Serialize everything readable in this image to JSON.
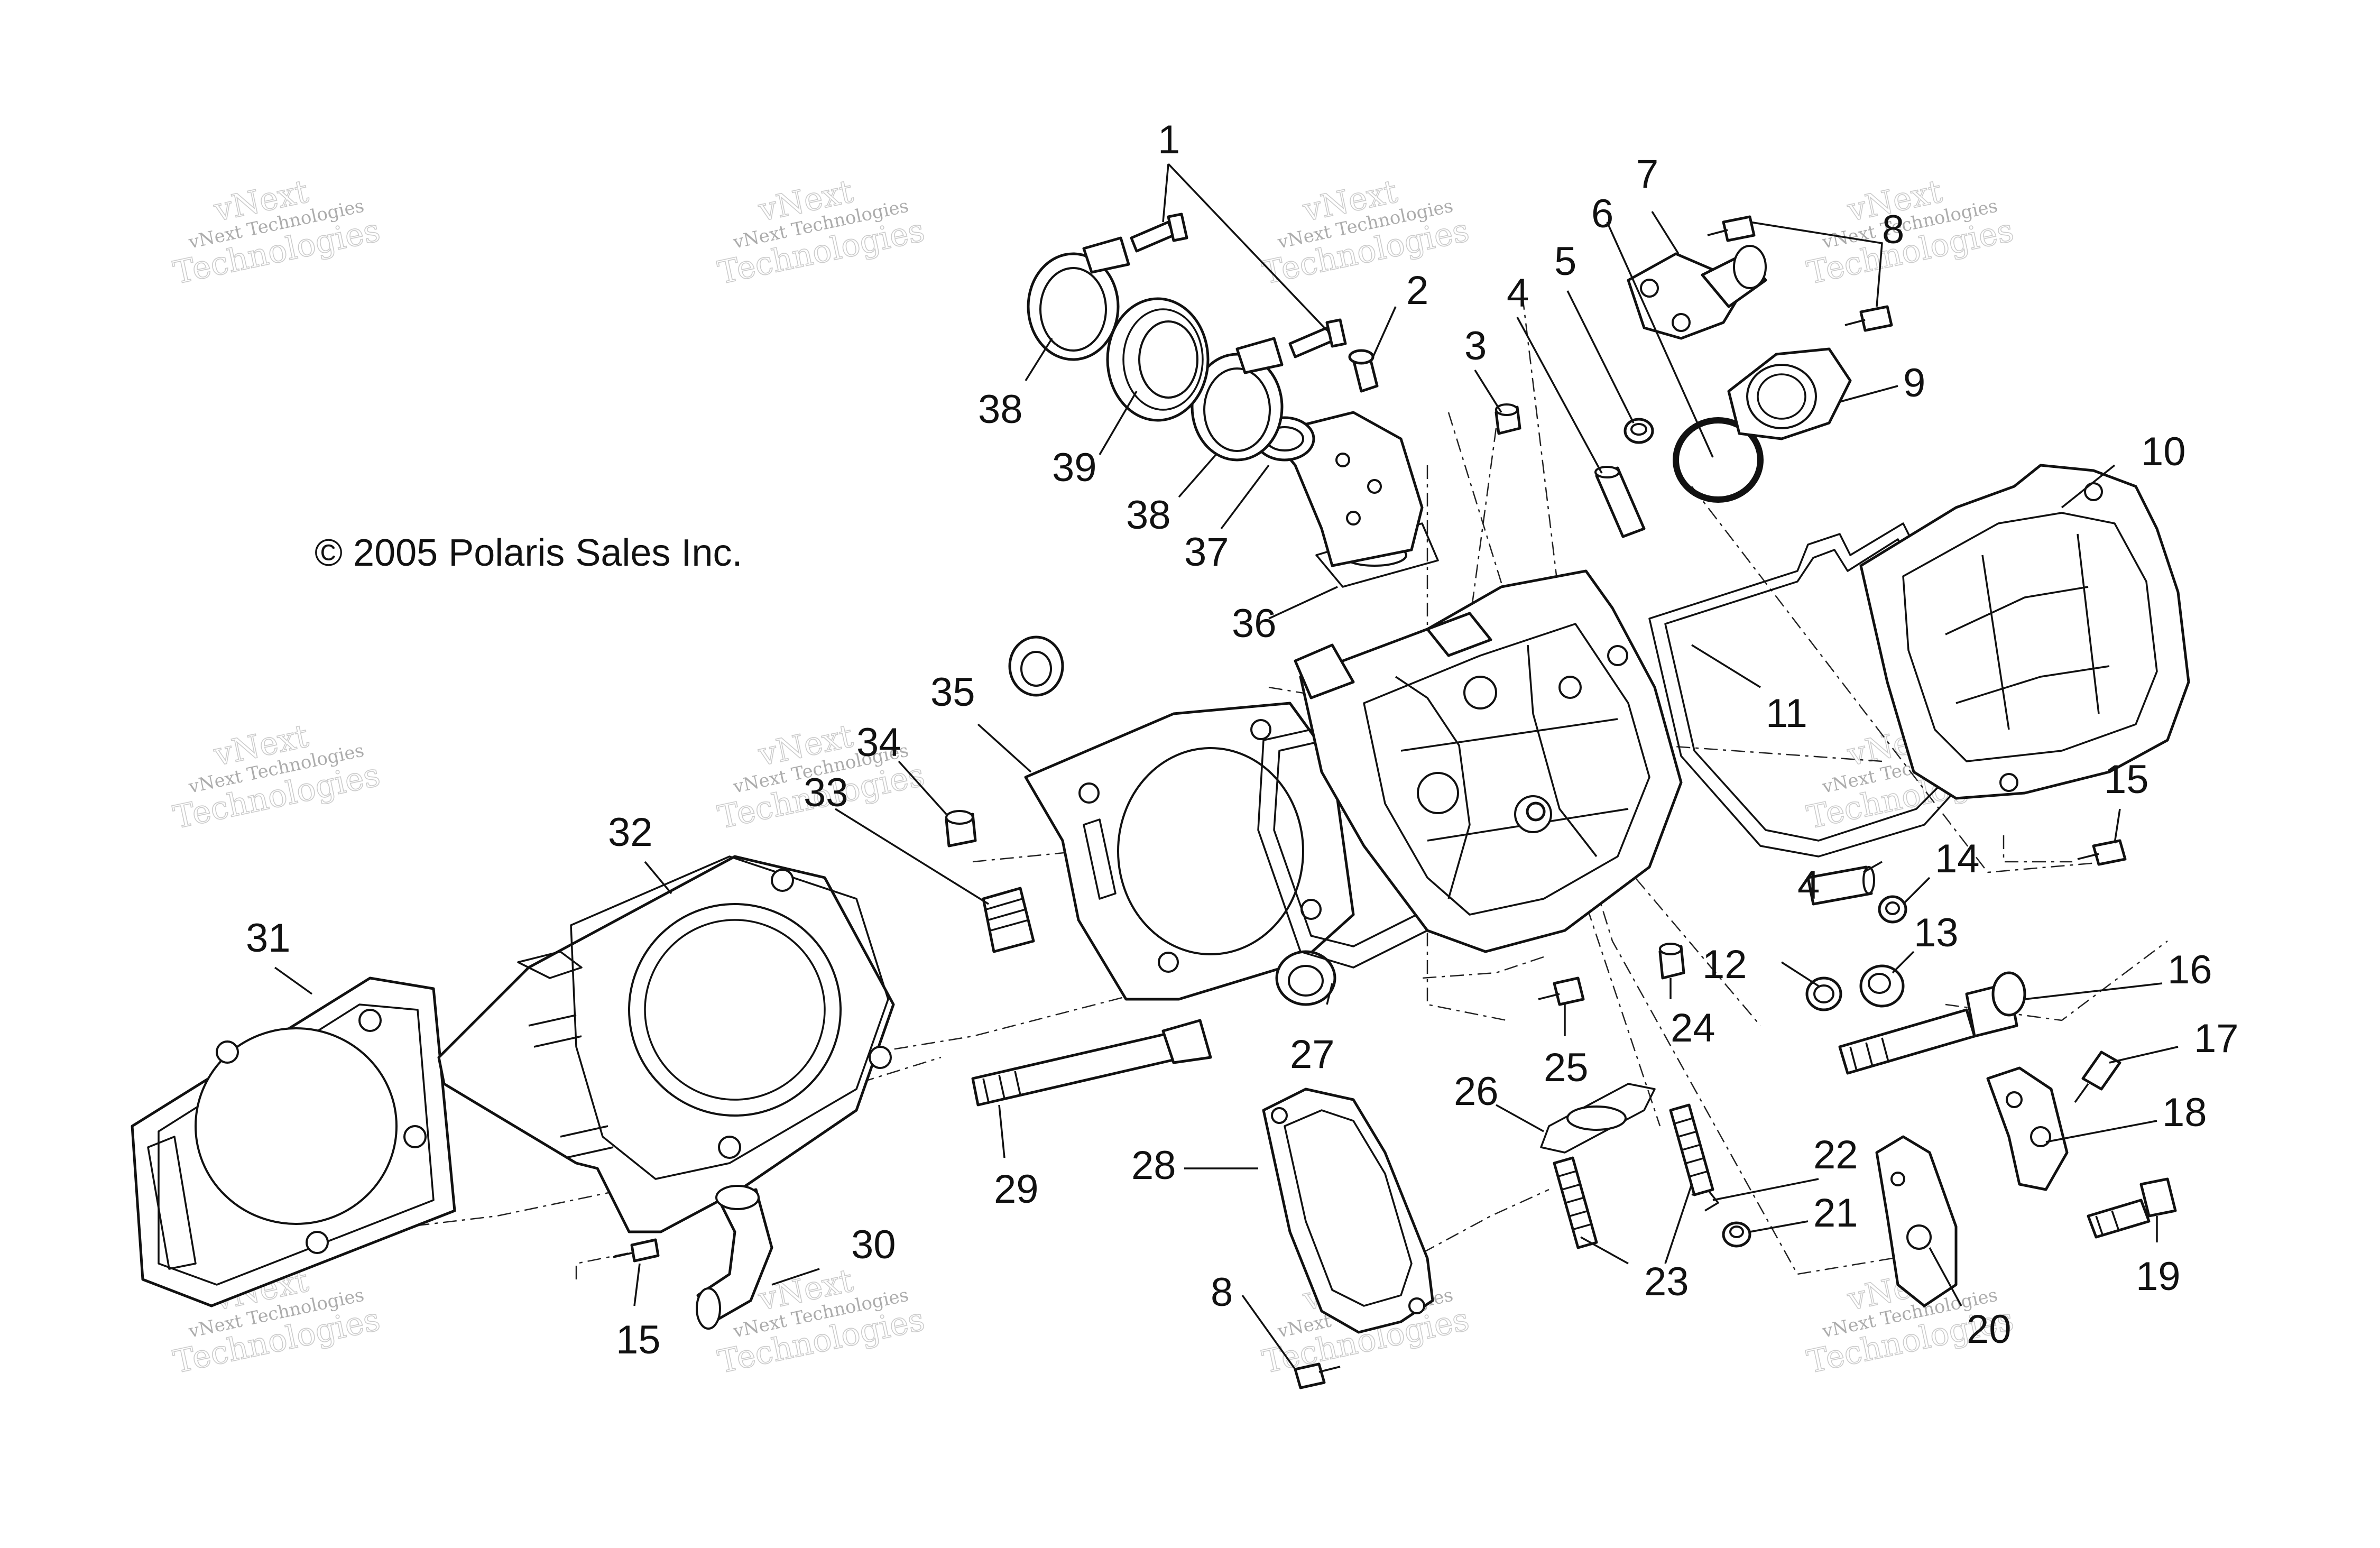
{
  "copyright": "© 2005 Polaris Sales Inc.",
  "watermark": {
    "line1": "vNext Technologies",
    "line2": "vNext",
    "line3": "Technologies"
  },
  "callouts": {
    "c1": "1",
    "c2": "2",
    "c3": "3",
    "c4a": "4",
    "c4b": "4",
    "c5": "5",
    "c6": "6",
    "c7": "7",
    "c8a": "8",
    "c8b": "8",
    "c9": "9",
    "c10": "10",
    "c11": "11",
    "c12": "12",
    "c13": "13",
    "c14": "14",
    "c15a": "15",
    "c15b": "15",
    "c16": "16",
    "c17": "17",
    "c18": "18",
    "c19": "19",
    "c20": "20",
    "c21": "21",
    "c22": "22",
    "c23": "23",
    "c24": "24",
    "c25": "25",
    "c26": "26",
    "c27": "27",
    "c28": "28",
    "c29": "29",
    "c30": "30",
    "c31": "31",
    "c32": "32",
    "c33": "33",
    "c34": "34",
    "c35": "35",
    "c36": "36",
    "c37": "37",
    "c38a": "38",
    "c38b": "38",
    "c39": "39"
  }
}
